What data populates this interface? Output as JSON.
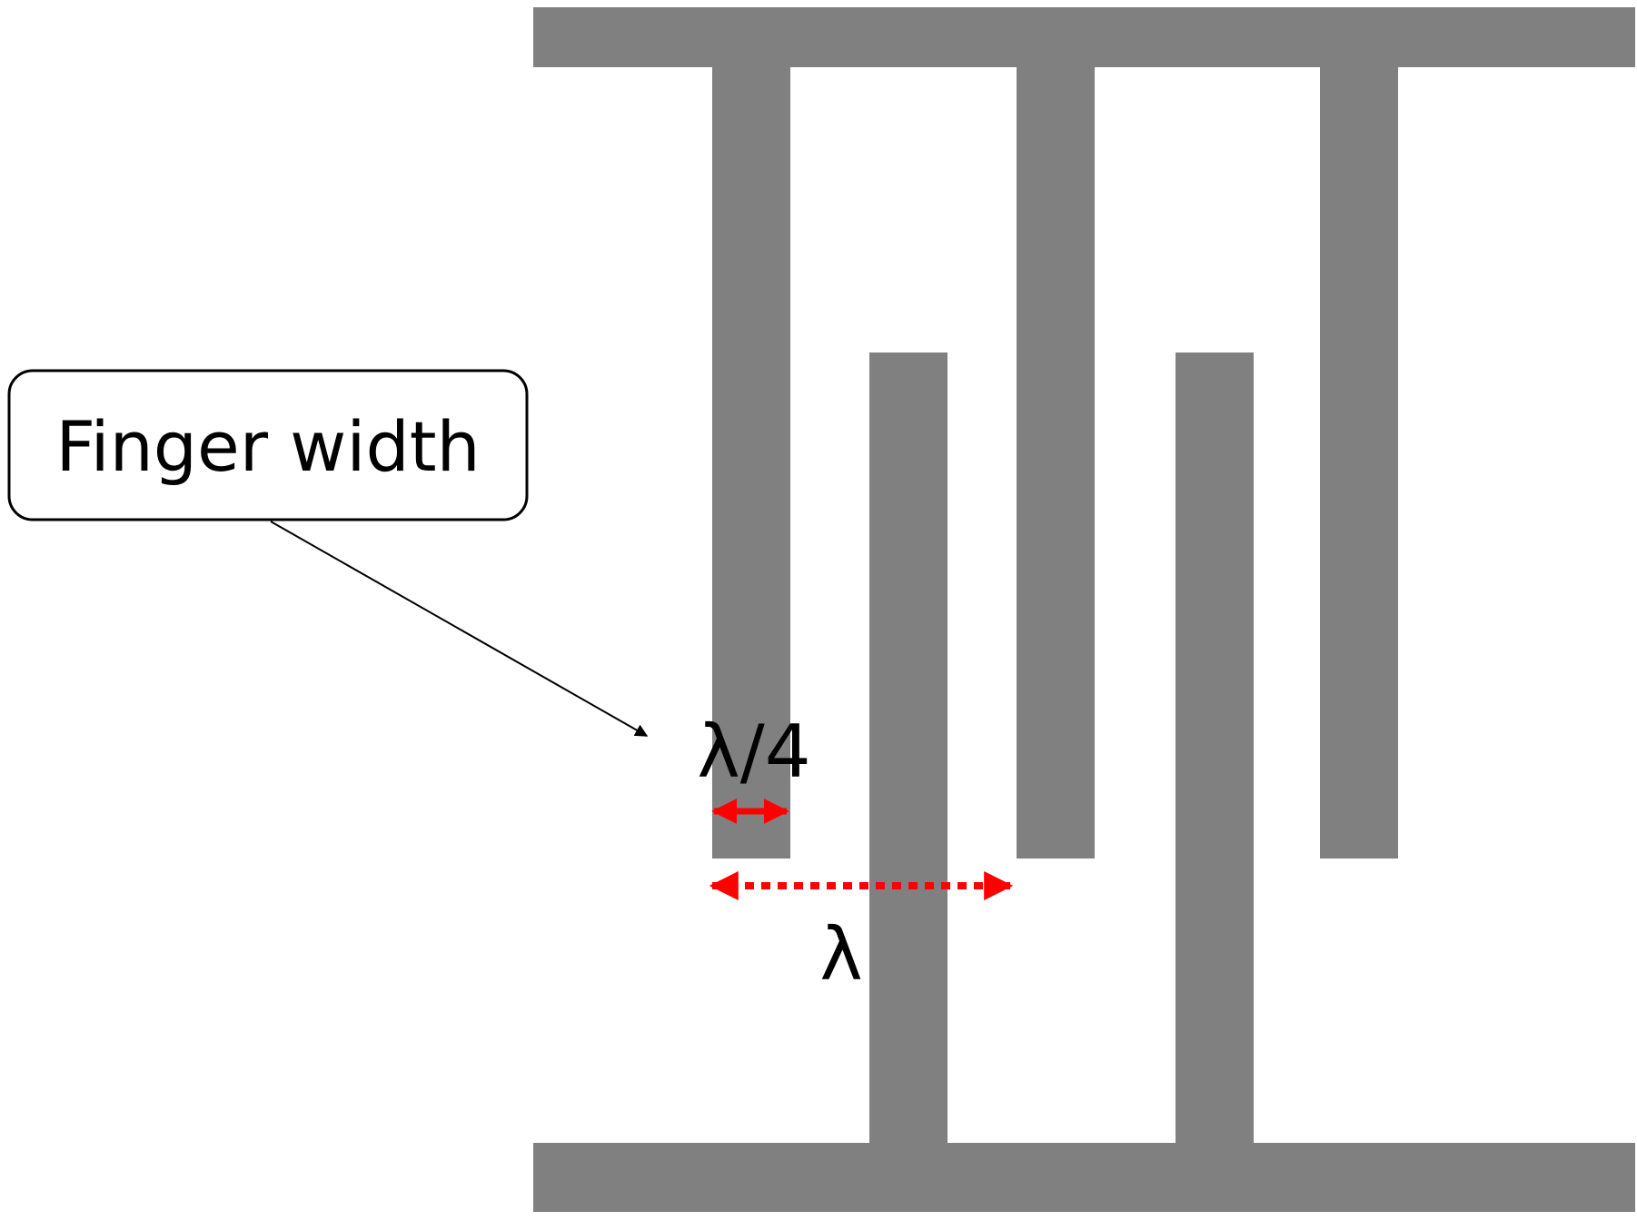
{
  "callout": {
    "label": "Finger width"
  },
  "dimensions": {
    "finger_width_label": "λ/4",
    "wavelength_label": "λ"
  },
  "colors": {
    "electrode": "#808080",
    "dimension_arrow": "#ff0000",
    "callout_border": "#000000",
    "background": "#ffffff"
  }
}
